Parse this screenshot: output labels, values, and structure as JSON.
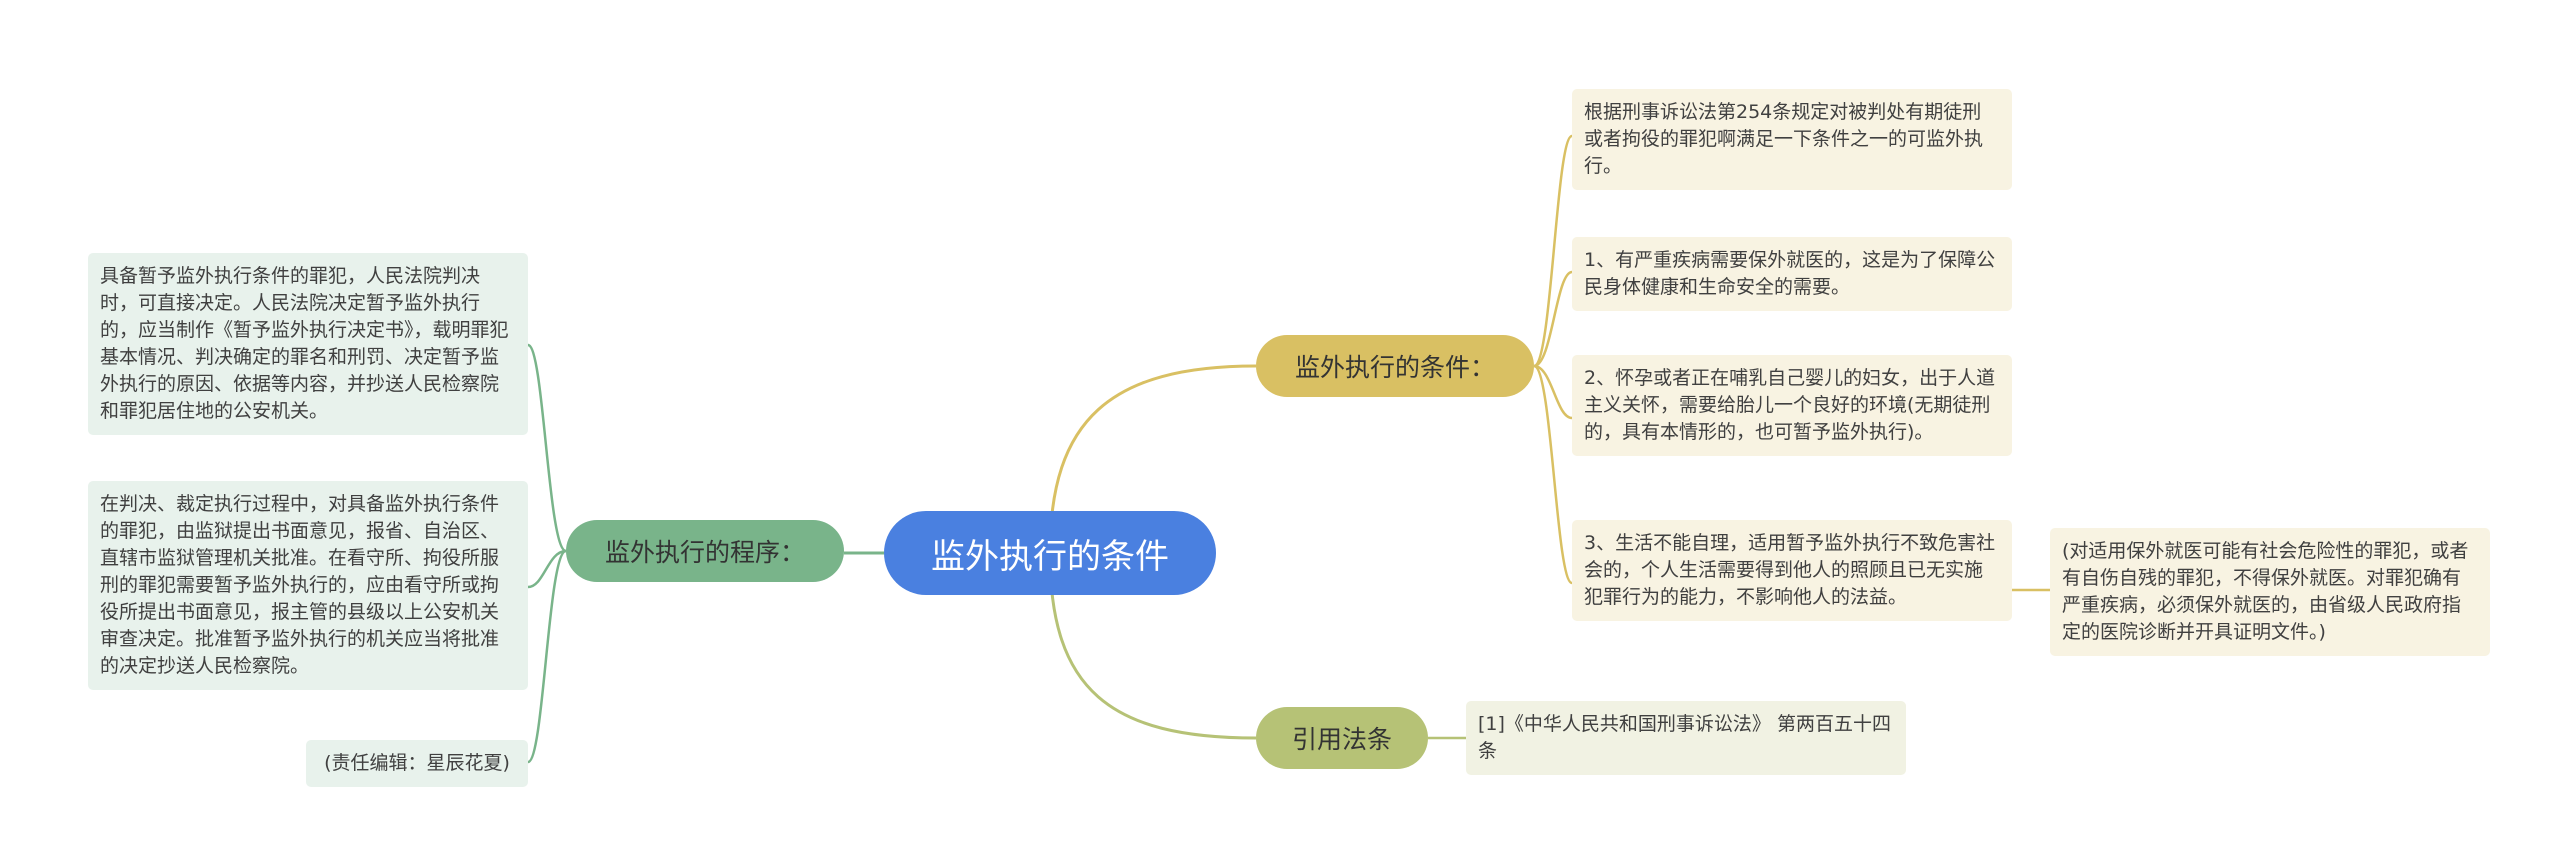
{
  "root": {
    "label": "监外执行的条件"
  },
  "branches": {
    "conditions": {
      "label": "监外执行的条件：",
      "items": [
        "根据刑事诉讼法第254条规定对被判处有期徒刑或者拘役的罪犯啊满足一下条件之一的可监外执行。",
        "1、有严重疾病需要保外就医的，这是为了保障公民身体健康和生命安全的需要。",
        "2、怀孕或者正在哺乳自己婴儿的妇女，出于人道主义关怀，需要给胎儿一个良好的环境(无期徒刑的，具有本情形的，也可暂予监外执行)。",
        "3、生活不能自理，适用暂予监外执行不致危害社会的，个人生活需要得到他人的照顾且已无实施犯罪行为的能力，不影响他人的法益。"
      ],
      "note": "(对适用保外就医可能有社会危险性的罪犯，或者有自伤自残的罪犯，不得保外就医。对罪犯确有严重疾病，必须保外就医的，由省级人民政府指定的医院诊断并开具证明文件。)"
    },
    "procedure": {
      "label": "监外执行的程序：",
      "items": [
        "具备暂予监外执行条件的罪犯，人民法院判决时，可直接决定。人民法院决定暂予监外执行的，应当制作《暂予监外执行决定书》，载明罪犯基本情况、判决确定的罪名和刑罚、决定暂予监外执行的原因、依据等内容，并抄送人民检察院和罪犯居住地的公安机关。",
        "在判决、裁定执行过程中，对具备监外执行条件的罪犯，由监狱提出书面意见，报省、自治区、直辖市监狱管理机关批准。在看守所、拘役所服刑的罪犯需要暂予监外执行的，应由看守所或拘役所提出书面意见，报主管的县级以上公安机关审查决定。批准暂予监外执行的机关应当将批准的决定抄送人民检察院。",
        "(责任编辑：星辰花夏)"
      ]
    },
    "law": {
      "label": "引用法条",
      "items": [
        "[1]《中华人民共和国刑事诉讼法》 第两百五十四条"
      ]
    }
  },
  "colors": {
    "root": "#4a80e0",
    "conditions": "#d9c063",
    "procedure": "#79b48a",
    "law": "#b6c276"
  }
}
